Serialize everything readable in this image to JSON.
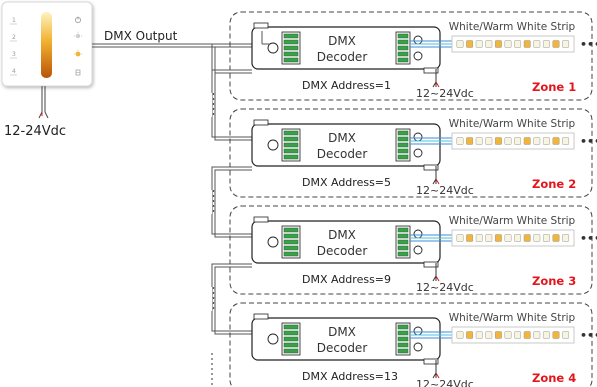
{
  "controller": {
    "zone_numbers": [
      "1",
      "2",
      "3",
      "4"
    ],
    "power_label": "12-24Vdc"
  },
  "dmx_output_label": "DMX Output",
  "decoder_label_line1": "DMX",
  "decoder_label_line2": "Decoder",
  "strip_label": "White/Warm White Strip",
  "strip_more": "•••",
  "zones": [
    {
      "zone_label": "Zone 1",
      "address_label": "DMX Address=1",
      "power_label": "12~24Vdc"
    },
    {
      "zone_label": "Zone 2",
      "address_label": "DMX Address=5",
      "power_label": "12~24Vdc"
    },
    {
      "zone_label": "Zone 3",
      "address_label": "DMX Address=9",
      "power_label": "12~24Vdc"
    },
    {
      "zone_label": "Zone 4",
      "address_label": "DMX Address=13",
      "power_label": "12~24Vdc"
    }
  ],
  "colors": {
    "zone_label": "#e4161b",
    "slider_top": "#fdf3c0",
    "slider_bottom": "#c8630b",
    "warm_led": "#f3b43a",
    "white_led": "#f7f4df",
    "wire_blue": "#3d8dd8",
    "wire_cyan": "#48c1e6",
    "strip_outline": "#c9c9c9"
  }
}
